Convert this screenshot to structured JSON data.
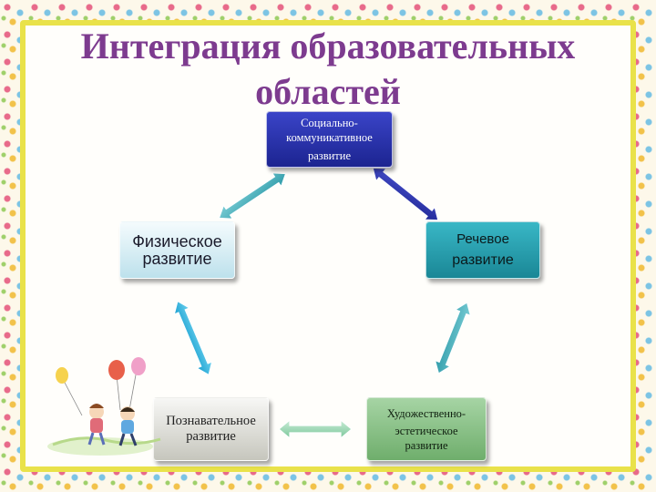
{
  "title": {
    "line1": "Интеграция образовательных",
    "line2": "областей"
  },
  "nodes": {
    "social": {
      "line1": "Социально-",
      "line2": "коммуникативное",
      "line3": "развитие"
    },
    "physical": {
      "line1": "Физическое",
      "line2": "развитие"
    },
    "speech": {
      "line1": "Речевое",
      "line2": "развитие"
    },
    "cognitive": {
      "line1": "Познавательное",
      "line2": "развитие"
    },
    "artistic": {
      "line1": "Художественно-",
      "line2": "эстетическое",
      "line3": "развитие"
    }
  },
  "colors": {
    "title": "#7d3b8f",
    "frame": "#e9e24a",
    "social": "#1c2490",
    "speech": "#1a8796",
    "artistic": "#6fae6c",
    "cognitive": "#c6c6bd",
    "physical": "#bde1ec"
  }
}
